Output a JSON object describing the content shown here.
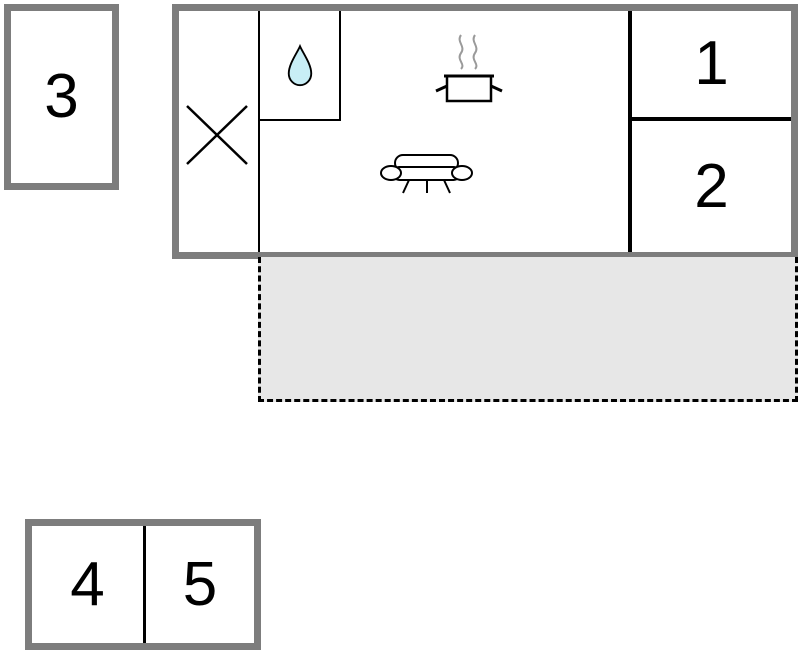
{
  "floorplan": {
    "title": "apartment-floor-plan",
    "rooms": {
      "room1": {
        "label": "1"
      },
      "room2": {
        "label": "2"
      },
      "room3": {
        "label": "3"
      },
      "room4": {
        "label": "4"
      },
      "room5": {
        "label": "5"
      }
    },
    "icons": {
      "water_drop": "water-drop-icon (bathroom)",
      "cooking_pot": "cooking-pot-icon (kitchen)",
      "sofa": "sofa-icon (living area)",
      "cross": "cross-icon (entrance marker)"
    },
    "colors": {
      "wall": "#7d7d7d",
      "line": "#000000",
      "drop_fill": "#c8eef6",
      "terrace_fill": "#e7e7e7",
      "bg": "#ffffff"
    }
  }
}
